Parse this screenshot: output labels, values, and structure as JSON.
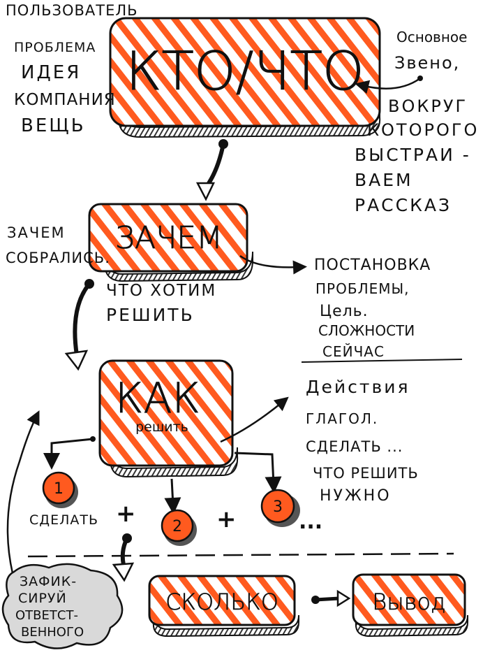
{
  "colors": {
    "accent": "#ff5a1f",
    "ink": "#111111",
    "shadow": "#7a7a7a",
    "cloud": "#d9d9d9"
  },
  "top": {
    "box_label": "КТО/ЧТО",
    "left_list": [
      "ПОЛЬЗОВАТЕЛЬ",
      "ПРОБЛЕМА",
      "ИДЕЯ",
      "КОМПАНИЯ",
      "ВЕЩЬ"
    ],
    "right_note": [
      "Основное",
      "Звено,",
      "ВОКРУГ",
      "КОТОРОГО",
      "ВЫСТРАИ -",
      "ВАЕМ",
      "РАССКАЗ"
    ]
  },
  "why": {
    "box_label": "ЗАЧЕМ",
    "left_note": [
      "ЗАЧЕМ",
      "СОБРАЛИСЬ."
    ],
    "below_note": [
      "ЧТО ХОТИМ",
      "РЕШИТЬ"
    ],
    "right_note": [
      "ПОСТАНОВКА",
      "ПРОБЛЕМЫ,",
      "Цель.",
      "СЛОЖНОСТИ",
      "СЕЙЧАС"
    ]
  },
  "how": {
    "box_label": "КАК",
    "box_sublabel": "решить",
    "right_note": [
      "Действия",
      "ГЛАГОЛ.",
      "СДЕЛАТЬ ...",
      "ЧТО РЕШИТЬ",
      "НУЖНО"
    ],
    "steps": [
      "1",
      "2",
      "3"
    ],
    "step1_caption": "СДЕЛАТЬ",
    "plus": "+",
    "ellipsis": "..."
  },
  "bottom": {
    "cloud_note": [
      "ЗАФИК-",
      "СИРУЙ",
      "ОТВЕТСТ-",
      "ВЕННОГО"
    ],
    "count_label": "СКОЛЬКО",
    "result_label": "Вывод"
  }
}
